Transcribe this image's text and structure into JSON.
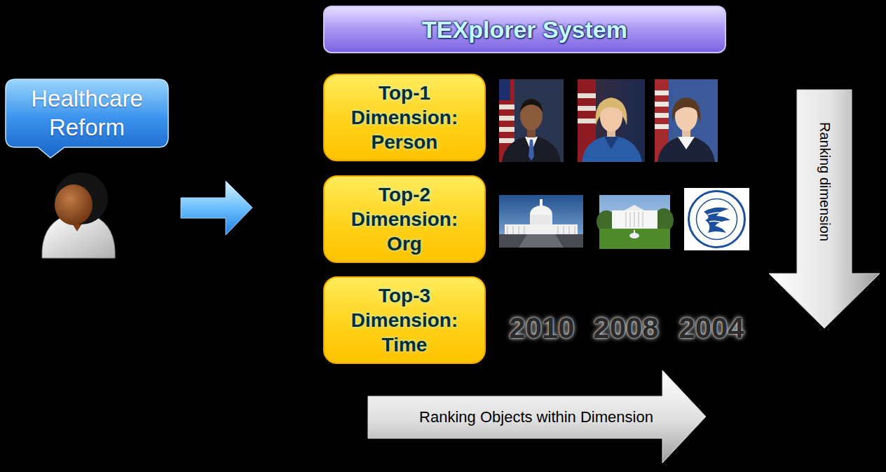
{
  "diagram": {
    "nodes": [
      {
        "text": [
          "Healthcare Reform"
        ]
      },
      {
        "text": [
          "TEXplorer System"
        ]
      },
      {
        "text": [
          "Top-1 Dimension: Person"
        ]
      },
      {
        "text": [
          "Top-2 Dimension: Org"
        ]
      },
      {
        "text": [
          "Top-3 Dimension: Time"
        ]
      },
      {
        "text": [
          "Ranking dimension"
        ]
      },
      {
        "text": [
          "Ranking Objects within Dimension"
        ]
      }
    ],
    "labels": [
      "2010",
      "2008",
      "2004"
    ]
  }
}
